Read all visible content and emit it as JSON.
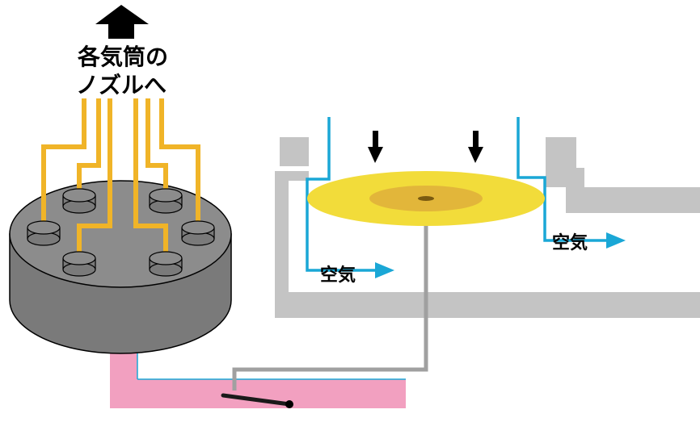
{
  "labels": {
    "to_nozzles_line1": "各気筒の",
    "to_nozzles_line2": "ノズルへ",
    "air_left": "空気",
    "air_right": "空気"
  },
  "colors": {
    "body_gray": "#8c8c8c",
    "body_side": "#7a7a7a",
    "pipe_orange": "#f0b428",
    "wall_gray": "#c4c4c4",
    "disc_yellow": "#f2dc3a",
    "disc_center": "#e2b63a",
    "air_blue": "#1aa7d6",
    "fuel_pink": "#f2a0c0",
    "rod_gray": "#a0a0a0"
  },
  "icons": {
    "up_arrow": "up-arrow-icon",
    "down_arrow": "down-arrow-icon",
    "air_arrow": "right-arrow-icon"
  }
}
